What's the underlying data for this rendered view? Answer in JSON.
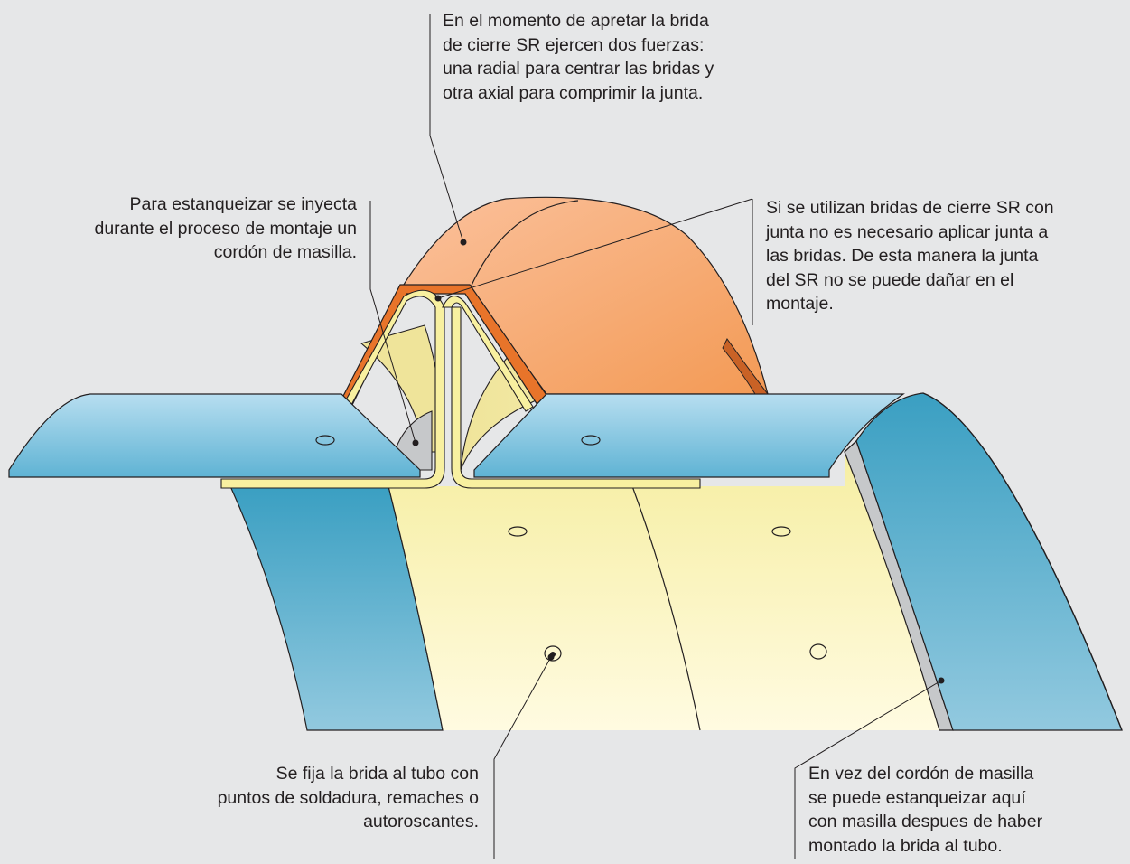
{
  "annotations": {
    "clamp_forces": "En el momento de apretar la brida\nde cierre SR ejercen dos fuerzas:\nuna radial para centrar las bridas y\notra axial para comprimir la junta.",
    "sealant_injection": "Para estanqueizar se inyecta\ndurante el proceso de montaje un\ncordón de masilla.",
    "gasket_note": "Si se utilizan bridas de cierre SR con\njunta no es necesario aplicar junta a\nlas bridas. De esta manera la junta\ndel SR no se puede dañar en el\nmontaje.",
    "fixing_note": "Se fija la brida al tubo con\npuntos de soldadura, remaches o\nautoroscantes.",
    "alt_sealing": "En vez del cordón de masilla\nse puede estanqueizar aquí\ncon masilla despues de haber\nmontado la brida al tubo."
  },
  "colors": {
    "background": "#e6e7e8",
    "duct_blue": "#5fb3cf",
    "flange_yellow": "#fbf6c4",
    "clamp_orange": "#f5a567",
    "clamp_dark": "#e8742a",
    "sealant_grey": "#c6c8ca"
  }
}
